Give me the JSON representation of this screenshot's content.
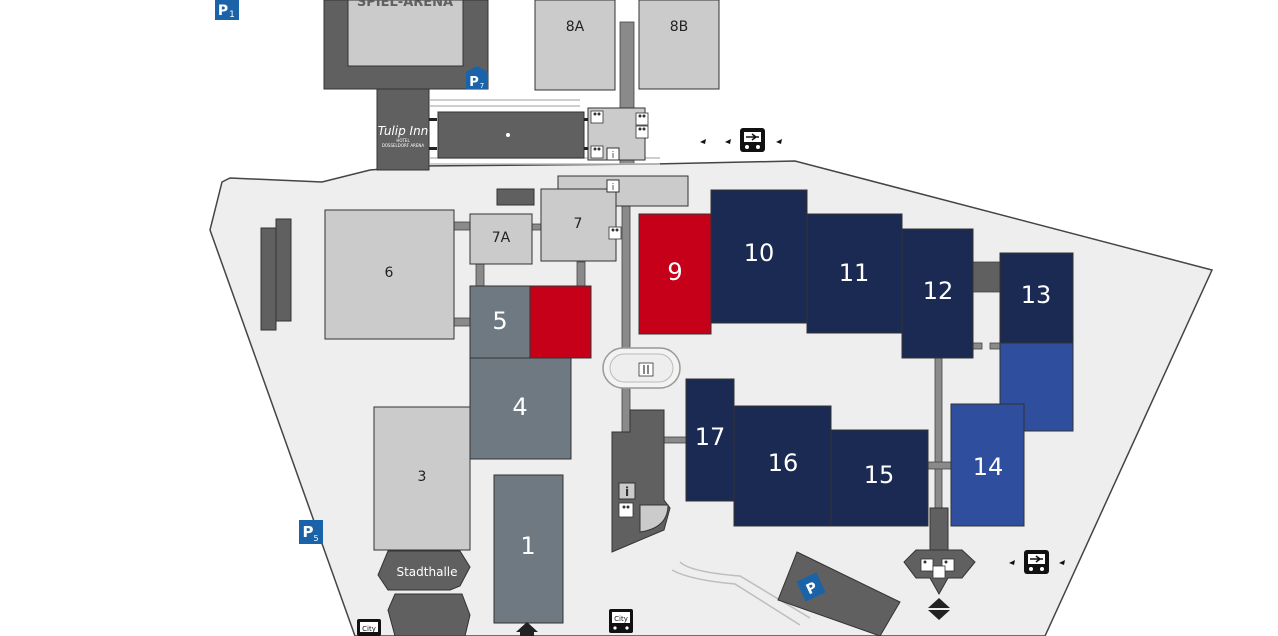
{
  "colors": {
    "ground": "#eeeeee",
    "hall_light": "#cbcbcb",
    "hall_grey": "#6f7981",
    "hall_dark": "#606060",
    "hall_navy": "#1b2a52",
    "hall_blue": "#2f4e9e",
    "hall_red": "#c7001a",
    "parking_blue": "#1a63a8"
  },
  "halls": {
    "h1": "1",
    "h3": "3",
    "h4": "4",
    "h5": "5",
    "h6": "6",
    "h7": "7",
    "h7a": "7A",
    "h8a": "8A",
    "h8b": "8B",
    "h9": "9",
    "h10": "10",
    "h11": "11",
    "h12": "12",
    "h13": "13",
    "h14": "14",
    "h15": "15",
    "h16": "16",
    "h17": "17"
  },
  "buildings": {
    "arena": "SPIEL-ARENA",
    "stadthalle": "Stadthalle",
    "hotel_name": "Tulip Inn",
    "hotel_sub": "HOTEL",
    "hotel_city": "DÜSSELDORF ARENA"
  },
  "parking": {
    "p1": "P",
    "p1_num": "1",
    "p5": "P",
    "p5_num": "5",
    "p7": "P",
    "p7_num": "7",
    "pcenter": "P"
  },
  "icons": {
    "info": "i",
    "city_bus": "City"
  }
}
